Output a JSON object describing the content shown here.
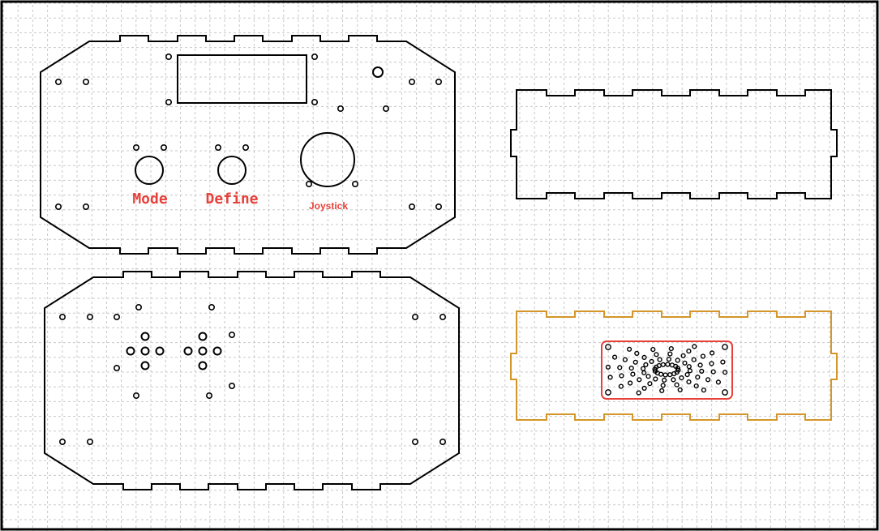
{
  "colors": {
    "background": "#ffffff",
    "grid": "#c8c8c8",
    "border": "#000000",
    "cut": "#000000",
    "label": "#e8403a",
    "side_panel_outline": "#d4962a",
    "speaker_area": "#e8403a"
  },
  "labels": {
    "mode": "Mode",
    "define": "Define",
    "joystick": "Joystick"
  },
  "panels": [
    {
      "id": "top-panel",
      "description": "Top face with LCD window, Mode/Define buttons and joystick"
    },
    {
      "id": "bottom-panel",
      "description": "Bottom face with button mounting holes"
    },
    {
      "id": "side-panel-plain",
      "description": "Side panel with finger joints"
    },
    {
      "id": "side-panel-speaker",
      "description": "Side panel with speaker grille"
    }
  ]
}
